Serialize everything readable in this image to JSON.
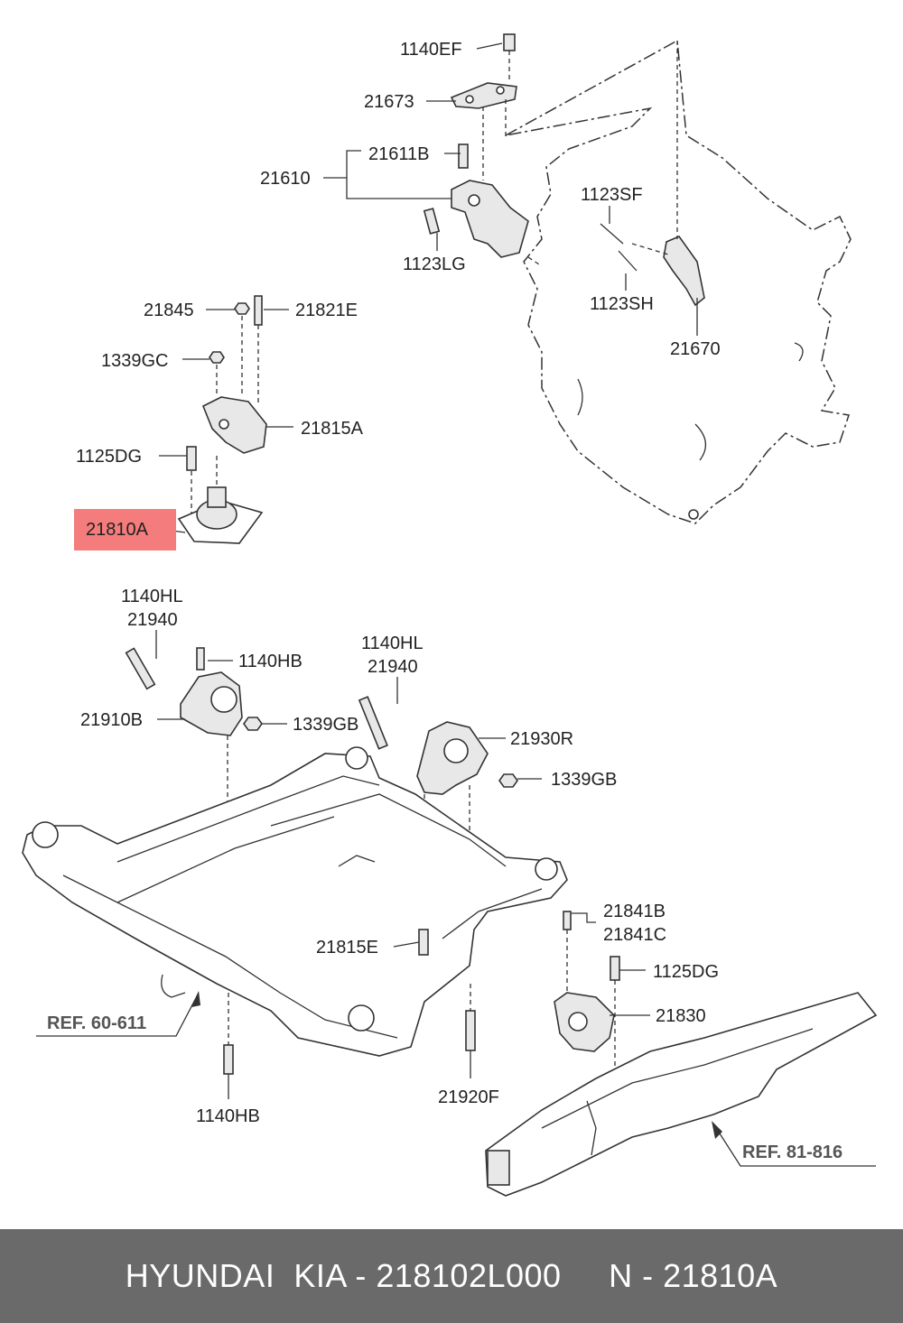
{
  "callouts": {
    "c1140EF": "1140EF",
    "c21673": "21673",
    "c21611B": "21611B",
    "c21610": "21610",
    "c1123LG": "1123LG",
    "c1123SF": "1123SF",
    "c1123SH": "1123SH",
    "c21670": "21670",
    "c21845": "21845",
    "c21821E": "21821E",
    "c1339GC": "1339GC",
    "c21815A": "21815A",
    "c1125DG_a": "1125DG",
    "c21810A": "21810A",
    "c1140HL_a": "1140HL",
    "c21940_a": "21940",
    "c1140HB_a": "1140HB",
    "c21910B": "21910B",
    "c1339GB_a": "1339GB",
    "c1140HL_b": "1140HL",
    "c21940_b": "21940",
    "c21930R": "21930R",
    "c1339GB_b": "1339GB",
    "c21841B": "21841B",
    "c21841C": "21841C",
    "c1125DG_b": "1125DG",
    "c21830": "21830",
    "c21815E": "21815E",
    "c21920F": "21920F",
    "c1140HB_b": "1140HB",
    "ref60611": "REF. 60-611",
    "ref81816": "REF. 81-816"
  },
  "highlight_color": "#f47c7c",
  "footer": {
    "text": "HYUNDAI  KIA - 218102L000     N - 21810A",
    "background": "#6a6a6a",
    "color": "#ffffff"
  }
}
